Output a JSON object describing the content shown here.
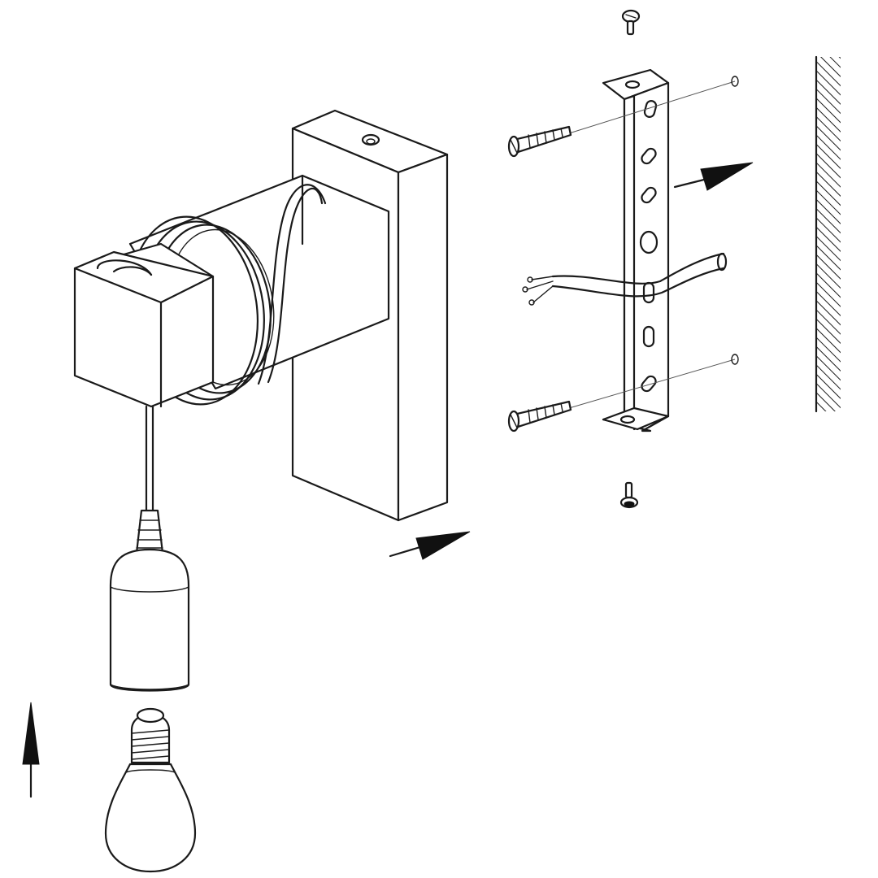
{
  "diagram": {
    "type": "exploded-assembly-illustration",
    "colors": {
      "line": "#1a1a1a",
      "background": "#ffffff",
      "hatch": "#1a1a1a"
    },
    "parts": [
      "lamp-body",
      "wall-plate",
      "cable",
      "lamp-socket",
      "light-bulb",
      "mounting-bracket",
      "wall-screw",
      "wall-plug",
      "bracket-screw",
      "supply-wires",
      "wall"
    ],
    "arrows": [
      {
        "id": "arrow-body-to-bracket",
        "direction": "right"
      },
      {
        "id": "arrow-bracket-to-wall",
        "direction": "right"
      },
      {
        "id": "arrow-bulb-into-socket",
        "direction": "up"
      }
    ]
  }
}
